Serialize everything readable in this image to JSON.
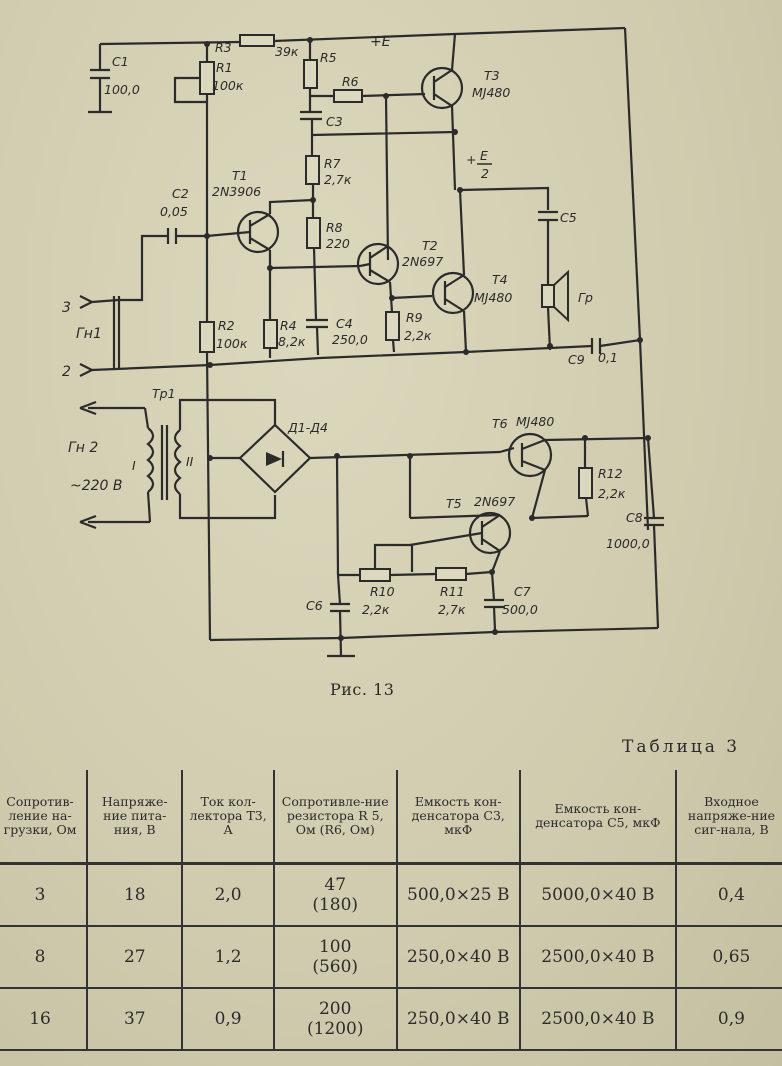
{
  "schematic": {
    "labels": {
      "C1": "C1",
      "C1v": "100,0",
      "R3": "R3",
      "R3v": "39к",
      "R1": "R1",
      "R1v": "100к",
      "R5": "R5",
      "R6": "R6",
      "C3": "C3",
      "plusE": "+E",
      "T3": "T3",
      "T3m": "MJ480",
      "E": "E",
      "two": "2",
      "plus": "+",
      "T1": "T1",
      "T1m": "2N3906",
      "R7": "R7",
      "R7v": "2,7к",
      "C2": "C2",
      "C2v": "0,05",
      "C5": "C5",
      "R8": "R8",
      "R8v": "220",
      "T2": "T2",
      "T2m": "2N697",
      "T4": "T4",
      "T4m": "MJ480",
      "j3": "3",
      "Gn1": "Гн1",
      "Gr": "Гр",
      "R2": "R2",
      "R2v": "100к",
      "R4": "R4",
      "R4v": "8,2к",
      "C4": "C4",
      "C4v": "250,0",
      "R9": "R9",
      "R9v": "2,2к",
      "j2": "2",
      "C9": "C9",
      "C9v": "0,1",
      "Tr1": "Тр1",
      "D": "Д1-Д4",
      "Gn2": "Гн 2",
      "mains": "~220 В",
      "wI": "I",
      "wII": "II",
      "T6": "T6",
      "T6m": "MJ480",
      "R12": "R12",
      "R12v": "2,2к",
      "T5": "T5",
      "T5m": "2N697",
      "C8": "C8",
      "C8v": "1000,0",
      "R10": "R10",
      "R10v": "2,2к",
      "R11": "R11",
      "R11v": "2,7к",
      "C7": "C7",
      "C7v": "500,0",
      "C6": "C6"
    }
  },
  "figure": {
    "caption": "Рис. 13"
  },
  "table": {
    "title": "Таблица 3",
    "headers": [
      "Сопротив-ление на-грузки, Ом",
      "Напряже-ние пита-ния, В",
      "Ток кол-лектора T3, А",
      "Сопротивле-ние резистора R 5, Ом (R6, Ом)",
      "Емкость кон-денсатора C3, мкФ",
      "Емкость кон-денсатора C5, мкФ",
      "Входное напряже-ние сиг-нала, В"
    ],
    "rows": [
      {
        "load": "3",
        "supply": "18",
        "current": "2,0",
        "r5": "47",
        "r6": "(180)",
        "c3": "500,0×25 В",
        "c5": "5000,0×40 В",
        "input": "0,4"
      },
      {
        "load": "8",
        "supply": "27",
        "current": "1,2",
        "r5": "100",
        "r6": "(560)",
        "c3": "250,0×40 В",
        "c5": "2500,0×40 В",
        "input": "0,65"
      },
      {
        "load": "16",
        "supply": "37",
        "current": "0,9",
        "r5": "200",
        "r6": "(1200)",
        "c3": "250,0×40 В",
        "c5": "2500,0×40 В",
        "input": "0,9"
      }
    ]
  }
}
